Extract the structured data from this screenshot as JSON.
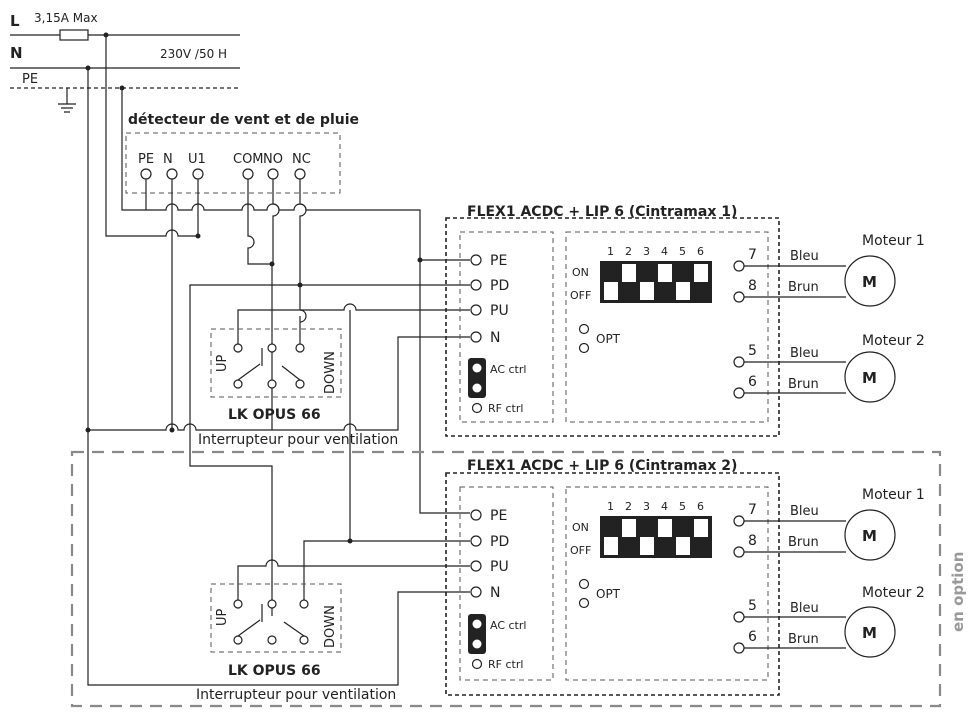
{
  "supply": {
    "L": "L",
    "N": "N",
    "PE": "PE",
    "fuse": "3,15A Max",
    "voltage": "230V /50 H"
  },
  "sensor": {
    "title": "détecteur de vent et de pluie",
    "terminals": [
      "PE",
      "N",
      "U1",
      "COM",
      "NO",
      "NC"
    ]
  },
  "controllers": [
    {
      "title": "FLEX1 ACDC + LIP 6 (Cintramax 1)",
      "inputs": [
        "PE",
        "PD",
        "PU",
        "N"
      ],
      "ac_ctrl": "AC ctrl",
      "rf_ctrl": "RF ctrl",
      "dip_numbers": [
        "1",
        "2",
        "3",
        "4",
        "5",
        "6"
      ],
      "dip_on": "ON",
      "dip_off": "OFF",
      "dip_state": [
        "on",
        "off",
        "on",
        "off",
        "on",
        "off"
      ],
      "opt": "OPT",
      "outputs": [
        "7",
        "8",
        "5",
        "6"
      ],
      "wires": [
        "Bleu",
        "Brun",
        "Bleu",
        "Brun"
      ],
      "motors": [
        {
          "name": "Moteur 1",
          "symbol": "M"
        },
        {
          "name": "Moteur 2",
          "symbol": "M"
        }
      ]
    },
    {
      "title": "FLEX1 ACDC + LIP 6 (Cintramax 2)",
      "inputs": [
        "PE",
        "PD",
        "PU",
        "N"
      ],
      "ac_ctrl": "AC ctrl",
      "rf_ctrl": "RF ctrl",
      "dip_numbers": [
        "1",
        "2",
        "3",
        "4",
        "5",
        "6"
      ],
      "dip_on": "ON",
      "dip_off": "OFF",
      "dip_state": [
        "on",
        "off",
        "on",
        "off",
        "on",
        "off"
      ],
      "opt": "OPT",
      "outputs": [
        "7",
        "8",
        "5",
        "6"
      ],
      "wires": [
        "Bleu",
        "Brun",
        "Bleu",
        "Brun"
      ],
      "motors": [
        {
          "name": "Moteur 1",
          "symbol": "M"
        },
        {
          "name": "Moteur 2",
          "symbol": "M"
        }
      ]
    }
  ],
  "switches": [
    {
      "name": "LK OPUS 66",
      "caption": "Interrupteur pour ventilation",
      "up": "UP",
      "down": "DOWN"
    },
    {
      "name": "LK OPUS 66",
      "caption": "Interrupteur pour ventilation",
      "up": "UP",
      "down": "DOWN"
    }
  ],
  "option_label": "en option",
  "colors": {
    "line": "#222222",
    "option_border": "#8a8a8a",
    "option_text": "#999999"
  }
}
